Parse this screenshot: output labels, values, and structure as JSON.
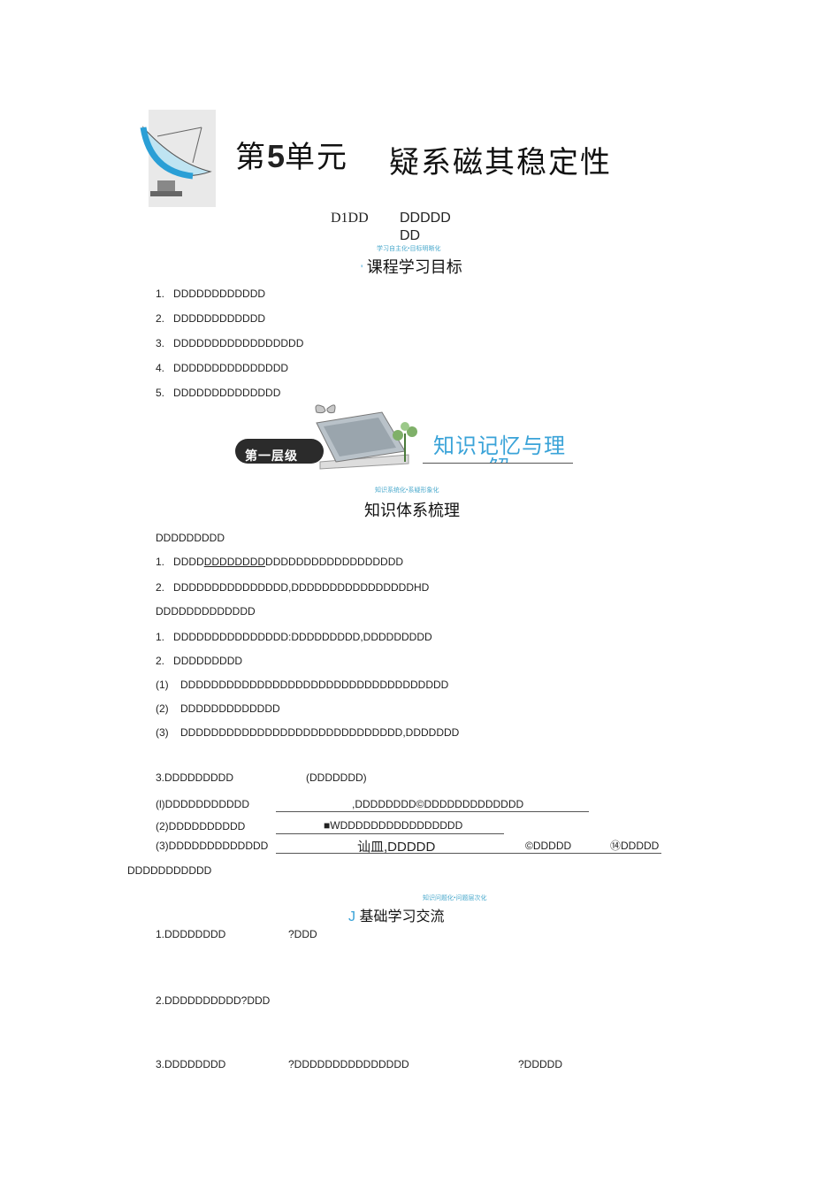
{
  "header": {
    "unit_prefix": "第",
    "unit_number": "5",
    "unit_suffix": "单元",
    "unit_title": "疑系磁其稳定性",
    "sub_a": "D1DD",
    "sub_b1": "DDDDD",
    "sub_b2": "DD"
  },
  "goals": {
    "tagline": "学习自主化•目标明晰化",
    "marker": "'",
    "title": "课程学习目标",
    "items": [
      {
        "num": "1.",
        "text": "DDDDDDDDDDDD"
      },
      {
        "num": "2.",
        "text": "DDDDDDDDDDDD"
      },
      {
        "num": "3.",
        "text": "DDDDDDDDDDDDDDDDD"
      },
      {
        "num": "4.",
        "text": "DDDDDDDDDDDDDDD"
      },
      {
        "num": "5.",
        "text": "DDDDDDDDDDDDDD"
      }
    ]
  },
  "banner": {
    "badge": "第一层级",
    "title": "知识记忆与理",
    "title_cut": "解"
  },
  "knowledge": {
    "tagline": "知识系统化•系疑形象化",
    "title": "知识体系梳理",
    "p1": "DDDDDDDDD",
    "p1_i1_num": "1.",
    "p1_i1_a": "DDDD",
    "p1_i1_b": "DDDDDDDD",
    "p1_i1_c": "DDDDDDDDDDDDDDDDDD",
    "p1_i2_num": "2.",
    "p1_i2_text": "DDDDDDDDDDDDDDD,DDDDDDDDDDDDDDDDHD",
    "p2": "DDDDDDDDDDDDD",
    "p2_i1_num": "1.",
    "p2_i1_text": "DDDDDDDDDDDDDDD:DDDDDDDDD,DDDDDDDDD",
    "p2_i2_num": "2.",
    "p2_i2_text": "DDDDDDDDD",
    "sub1_num": "(1)",
    "sub1_text": "DDDDDDDDDDDDDDDDDDDDDDDDDDDDDDDDDDD",
    "sub2_num": "(2)",
    "sub2_text": "DDDDDDDDDDDDD",
    "sub3_num": "(3)",
    "sub3_text": "DDDDDDDDDDDDDDDDDDDDDDDDDDDDD,DDDDDDD",
    "s3_head": "3.DDDDDDDDD",
    "s3_paren": "(DDDDDDD)",
    "s3_r1_label": "(l)DDDDDDDDDDD",
    "s3_r1_text": ",DDDDDDDD©DDDDDDDDDDDDD",
    "s3_r2_label": "(2)DDDDDDDDDD",
    "s3_r2_text": "■WDDDDDDDDDDDDDDDD",
    "s3_r3_label": "(3)DDDDDDDDDDDDD",
    "s3_r3_mid": "讪皿,DDDDD",
    "s3_r3_c": "©DDDDD",
    "s3_r3_d": "⑭DDDDD",
    "tail": "DDDDDDDDDDD"
  },
  "exchange": {
    "tagline": "知识问题化•问题层次化",
    "marker": "J",
    "title": "基础学习交流",
    "q1_a": "1.DDDDDDDD",
    "q1_b": "?DDD",
    "q2": "2.DDDDDDDDDD?DDD",
    "q3_a": "3.DDDDDDDD",
    "q3_b": "?DDDDDDDDDDDDDDD",
    "q3_c": "?DDDDD"
  },
  "colors": {
    "accent_blue": "#3aa3d8",
    "tagline_blue": "#4aa9cc",
    "badge_dark": "#2b2b2b"
  },
  "icons": [
    "satellite-dish-icon",
    "book-stack-icon",
    "butterfly-icon",
    "plant-icon"
  ]
}
